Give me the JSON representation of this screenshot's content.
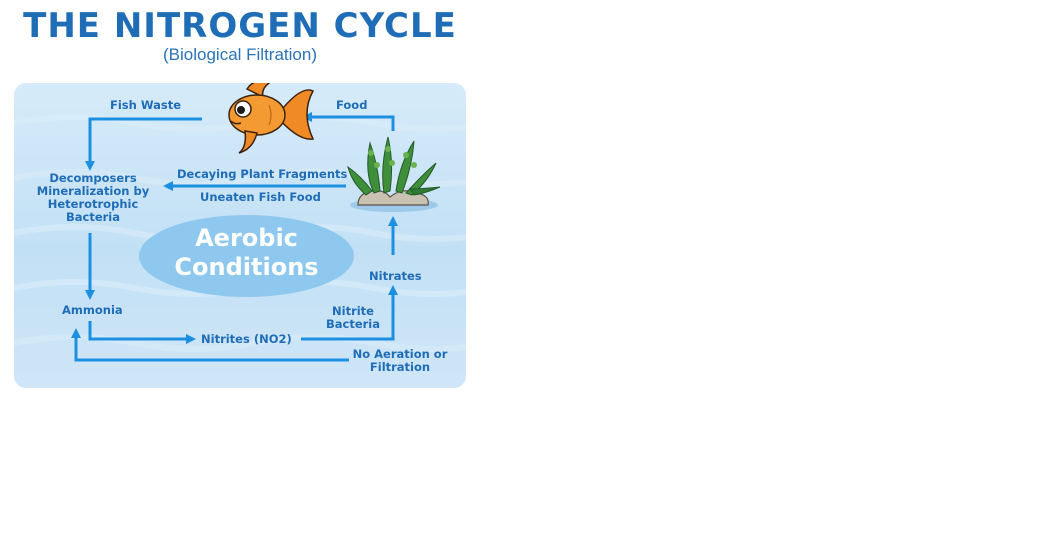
{
  "title": "THE NITROGEN CYCLE",
  "subtitle": "(Biological Filtration)",
  "center": {
    "line1": "Aerobic",
    "line2": "Conditions"
  },
  "labels": {
    "fish_waste": "Fish Waste",
    "food": "Food",
    "decomposers": [
      "Decomposers",
      "Mineralization by",
      "Heterotrophic",
      "Bacteria"
    ],
    "decaying": "Decaying Plant Fragments",
    "uneaten": "Uneaten Fish Food",
    "ammonia": "Ammonia",
    "nitrites": "Nitrites (NO2)",
    "nitrite_bacteria": [
      "Nitrite",
      "Bacteria"
    ],
    "nitrates": "Nitrates",
    "no_aeration": [
      "No Aeration or",
      "Filtration"
    ]
  },
  "colors": {
    "title": "#1f6db7",
    "arrow": "#1c8fe0",
    "fish": "#f08a24",
    "plant": "#3f8f3a"
  },
  "icons": [
    "goldfish-icon",
    "aquarium-plant-icon"
  ]
}
